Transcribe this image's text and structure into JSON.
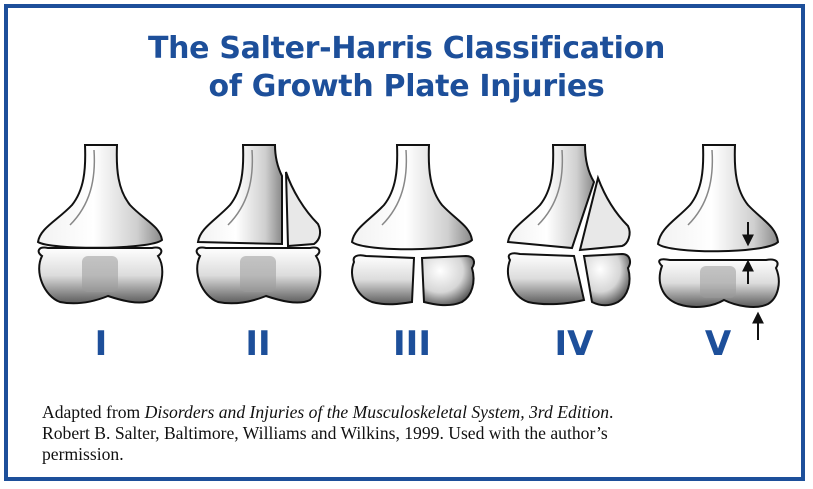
{
  "title": {
    "line1": "The Salter-Harris Classification",
    "line2": "of Growth Plate Injuries"
  },
  "types": [
    {
      "label": "I"
    },
    {
      "label": "II"
    },
    {
      "label": "III"
    },
    {
      "label": "IV"
    },
    {
      "label": "V"
    }
  ],
  "caption": {
    "prefix": "Adapted from ",
    "book_title": "Disorders and Injuries of the Musculoskeletal System, 3rd Edition",
    "suffix": ".",
    "line2": "Robert B. Salter, Baltimore, Williams and Wilkins, 1999. Used with the author’s",
    "line3": "permission."
  },
  "colors": {
    "border": "#1d4f9a",
    "label": "#1d4f9a",
    "outline": "#111111"
  }
}
